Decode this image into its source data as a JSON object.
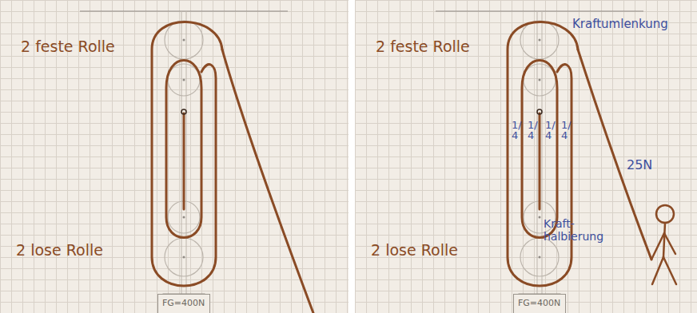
{
  "diagram": {
    "nodes": [
      {
        "text": [
          "FG=400N"
        ]
      },
      {
        "text": [
          "FG=400N"
        ]
      }
    ],
    "labels": [
      "2 feste Rolle",
      "2 lose Rolle",
      "2 feste Rolle",
      "Kraftumlenkung",
      "1/4",
      "1/4",
      "1/4",
      "1/4",
      "25N",
      "Kraft- halbierung",
      "2 lose Rolle"
    ]
  }
}
